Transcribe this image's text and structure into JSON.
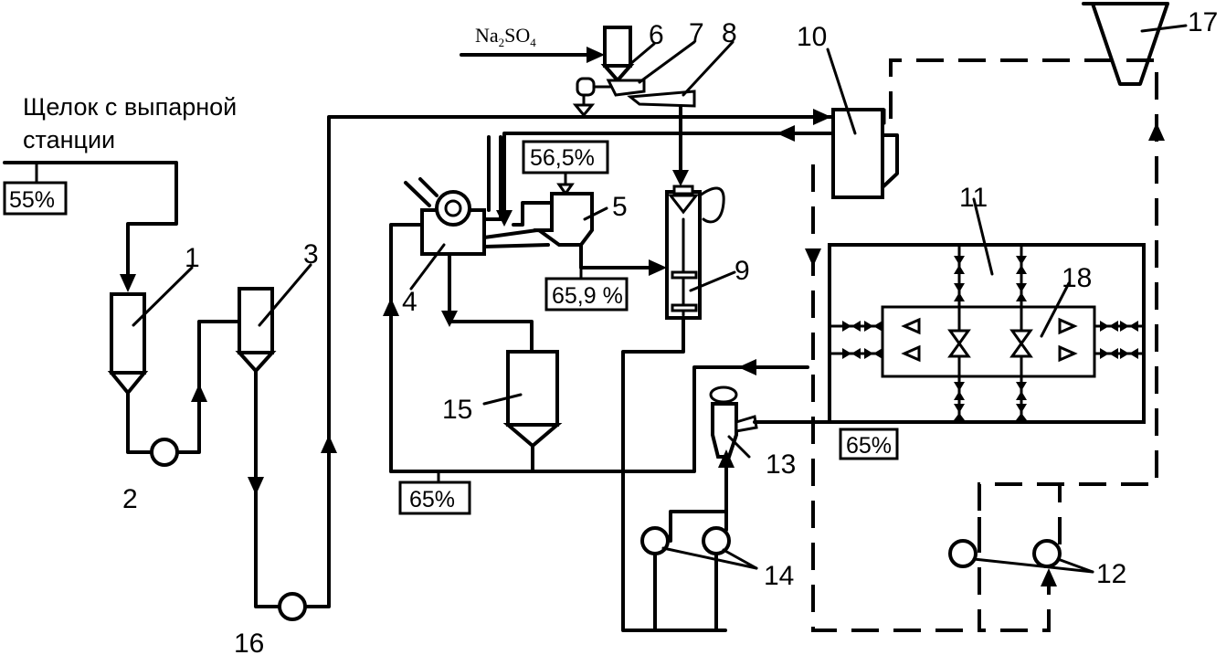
{
  "feed_label_line1": "Щелок с выпарной",
  "feed_label_line2": "станции",
  "reagent": {
    "base": "Na",
    "sub1": "2",
    "mid": "SO",
    "sub2": "4"
  },
  "concentrations": {
    "feed": "55%",
    "c1": "56,5%",
    "c2": "65,9 %",
    "c3": "65%",
    "c4": "65%"
  },
  "labels": {
    "n1": "1",
    "n2": "2",
    "n3": "3",
    "n4": "4",
    "n5": "5",
    "n6": "6",
    "n7": "7",
    "n8": "8",
    "n9": "9",
    "n10": "10",
    "n11": "11",
    "n12": "12",
    "n13": "13",
    "n14": "14",
    "n15": "15",
    "n16": "16",
    "n17": "17",
    "n18": "18"
  }
}
